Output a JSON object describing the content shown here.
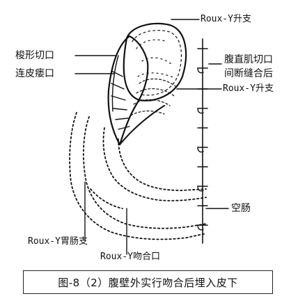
{
  "labels": {
    "roux_y_up_top": "Roux-Y升支",
    "spindle_incision": "梭形切口",
    "skin_fistula": "连皮瘘口",
    "rectus_incision_1": "腹直肌切口",
    "rectus_incision_2": "间断缝合后",
    "roux_y_up_mid": "Roux-Y升支",
    "jejunum": "空肠",
    "gastric_intestinal_branch": "Roux-Y胃肠支",
    "anastomosis": "Roux-Y吻合口"
  },
  "caption": "图-8（2）腹壁外实行吻合后埋入皮下"
}
